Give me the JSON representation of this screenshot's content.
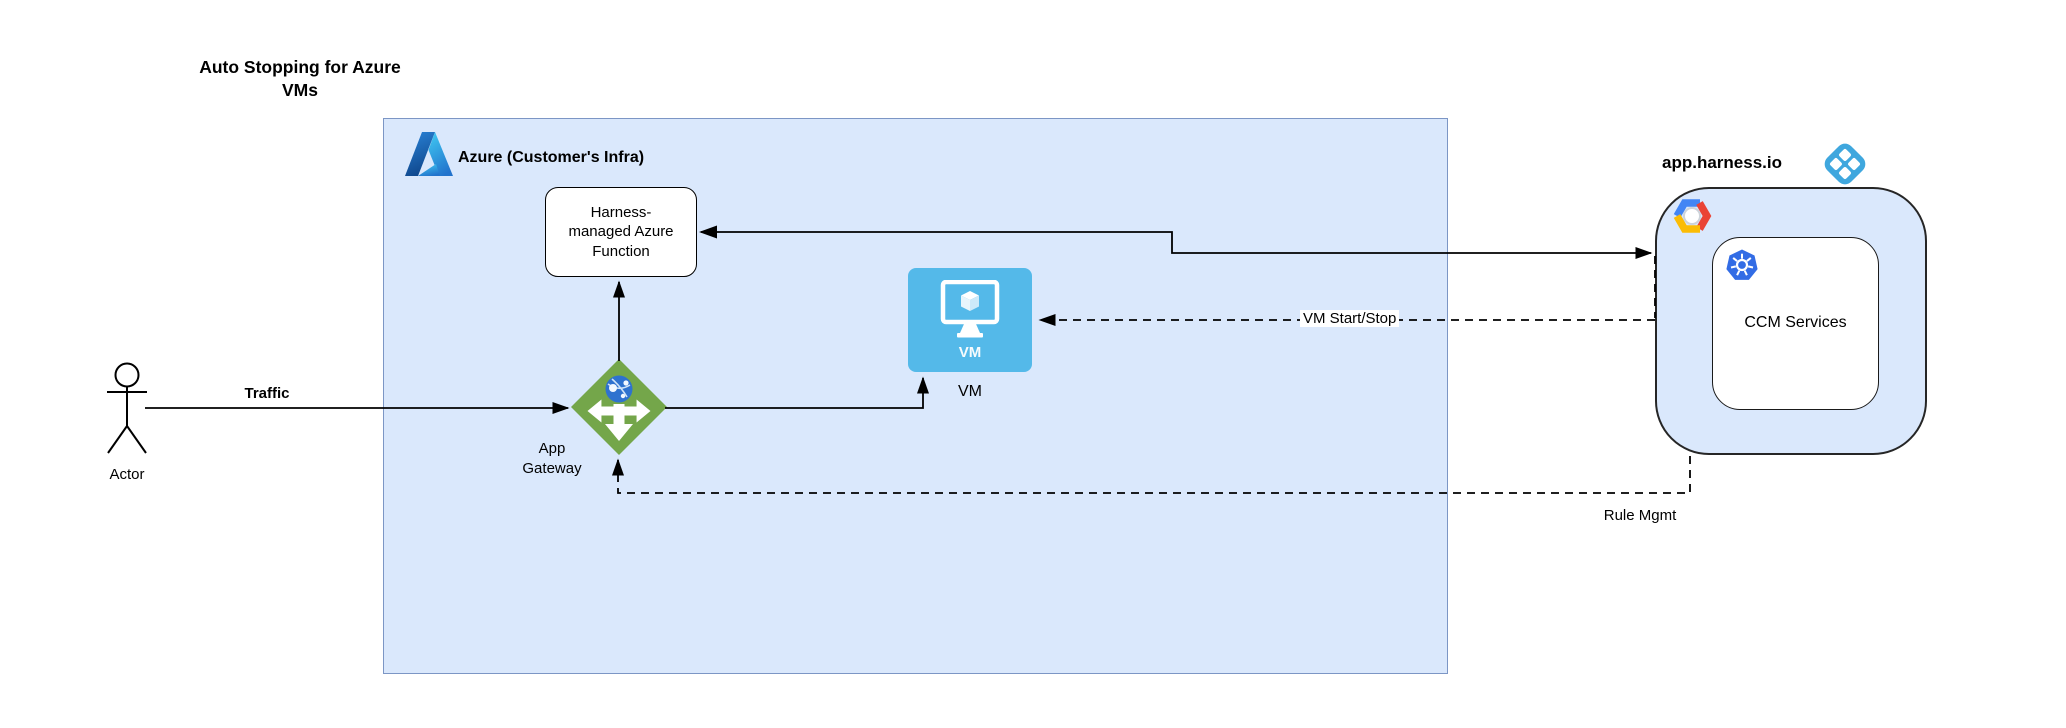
{
  "title": "Auto Stopping for Azure VMs",
  "azure_group": {
    "label": "Azure (Customer's Infra)"
  },
  "actor": {
    "label": "Actor"
  },
  "nodes": {
    "azure_function": {
      "label": "Harness-managed Azure Function"
    },
    "vm": {
      "icon_text": "VM",
      "label": "VM"
    },
    "app_gateway": {
      "label": "App Gateway"
    },
    "ccm_services": {
      "label": "CCM Services"
    }
  },
  "harness": {
    "label": "app.harness.io"
  },
  "edges": {
    "traffic": {
      "label": "Traffic",
      "style": "solid-arrow"
    },
    "vm_start_stop": {
      "label": "VM Start/Stop",
      "style": "dashed-arrow"
    },
    "rule_mgmt": {
      "label": "Rule Mgmt",
      "style": "dashed-arrow"
    }
  },
  "colors": {
    "group_fill": "#dae8fc",
    "group_border": "#7c96c5",
    "vm_fill": "#54b9e9",
    "gateway_green": "#74a64a",
    "globe_blue": "#2e72cf",
    "harness_blue": "#3fa7de",
    "kubernetes_blue": "#326ce5",
    "edge_color": "#000000"
  }
}
